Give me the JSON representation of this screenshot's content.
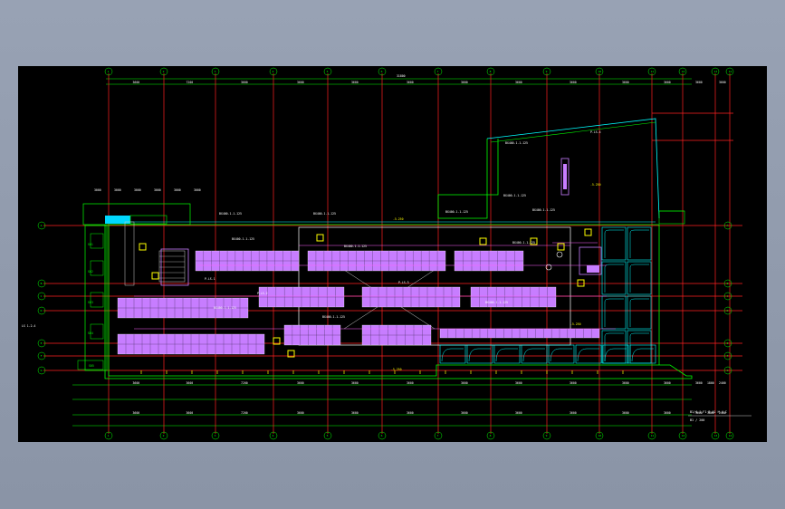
{
  "viewer": {
    "background": "#8e98aa",
    "canvas_background": "#000000"
  },
  "colors": {
    "grid_axis": "#ff2020",
    "wall": "#00ff00",
    "wall_cyan": "#00ffff",
    "equipment": "#c77dff",
    "equipment_edge": "#ffffff",
    "duct": "#ff60ff",
    "annotation": "#ffffff",
    "marker": "#ffff00",
    "stairs": "#cccccc",
    "tank": "#00ffff"
  },
  "grid": {
    "column_labels": [
      "1",
      "2",
      "3",
      "4",
      "5",
      "6",
      "7",
      "8",
      "9",
      "10",
      "11",
      "12",
      "13",
      "14"
    ],
    "row_labels": [
      "A",
      "B",
      "C",
      "D",
      "E",
      "F",
      "G",
      "H"
    ]
  },
  "dimensions": {
    "top_overall": "31800",
    "top_segments": [
      "3600",
      "7200",
      "3600",
      "3600",
      "3600",
      "3600",
      "3600",
      "3600",
      "3600",
      "3600",
      "3600",
      "3600",
      "3600"
    ],
    "bottom_segments": [
      "3600",
      "3600",
      "7200",
      "3600",
      "3600",
      "3600",
      "3600",
      "3600",
      "3600",
      "3600",
      "3600",
      "3600",
      "2400",
      "1800"
    ],
    "left_top_segments": [
      "3000",
      "3000",
      "3000",
      "3000",
      "3000",
      "3000"
    ]
  },
  "annotations": {
    "duct_tags": [
      "BX400-1.1-125",
      "BX400-1.1-125",
      "BX400-1.1-125",
      "BX400-1.1-125",
      "BX400-1.1-125",
      "BX400-1.1-125",
      "BX400-1.1-125",
      "BX400-1.1-125",
      "BX400-1.1-125",
      "BX400-1.1-125",
      "BX400-1.1-125",
      "BX400-1.1-125"
    ],
    "fan_tags": [
      "P-LS-1",
      "P-LS-2",
      "P-LS-3",
      "P-LS-4"
    ],
    "level_tags": [
      "-5.250",
      "-5.250",
      "-5.250",
      "-5.250"
    ],
    "room_tags": [
      "S01",
      "S02",
      "S03",
      "S04",
      "S05"
    ],
    "left_note": "LS 1-2.4"
  },
  "title_block": {
    "line1": "B1/4-1 F1 B A1 H 4 C",
    "line2": "B1 / 200"
  }
}
